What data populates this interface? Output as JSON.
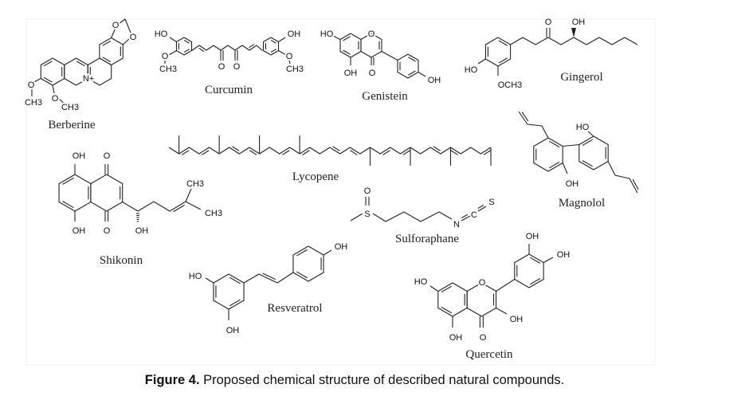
{
  "figure": {
    "caption_label": "Figure 4.",
    "caption_text": " Proposed chemical structure of described natural compounds."
  },
  "compounds": {
    "berberine": {
      "name": "Berberine",
      "atoms": [
        "O",
        "CH3",
        "O",
        "CH3",
        "N+",
        "O",
        "O"
      ]
    },
    "curcumin": {
      "name": "Curcumin",
      "atoms": [
        "HO",
        "O",
        "CH3",
        "O",
        "O",
        "OH",
        "O",
        "CH3"
      ]
    },
    "genistein": {
      "name": "Genistein",
      "atoms": [
        "HO",
        "O",
        "OH",
        "O",
        "OH"
      ]
    },
    "gingerol": {
      "name": "Gingerol",
      "atoms": [
        "O",
        "OH",
        "HO",
        "OCH3"
      ]
    },
    "lycopene": {
      "name": "Lycopene",
      "atoms": []
    },
    "magnolol": {
      "name": "Magnolol",
      "atoms": [
        "HO",
        "OH"
      ]
    },
    "shikonin": {
      "name": "Shikonin",
      "atoms": [
        "OH",
        "O",
        "OH",
        "O",
        "OH",
        "CH3",
        "CH3"
      ]
    },
    "sulforaphane": {
      "name": "Sulforaphane",
      "atoms": [
        "O",
        "S",
        "N",
        "C",
        "S"
      ]
    },
    "resveratrol": {
      "name": "Resveratrol",
      "atoms": [
        "HO",
        "OH",
        "OH"
      ]
    },
    "quercetin": {
      "name": "Quercetin",
      "atoms": [
        "OH",
        "OH",
        "HO",
        "O",
        "OH",
        "OH",
        "O"
      ]
    }
  }
}
